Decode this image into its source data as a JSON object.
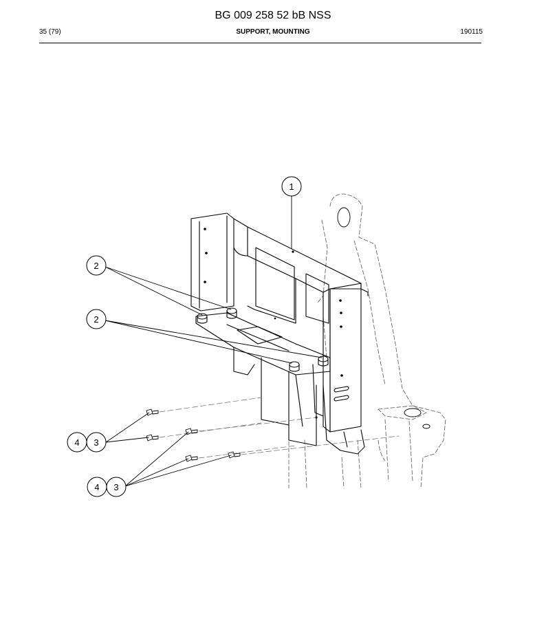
{
  "document": {
    "title": "BG 009 258 52 bB NSS",
    "page": "35 (79)",
    "section": "SUPPORT, MOUNTING",
    "code": "190115"
  },
  "callouts": {
    "c1": "1",
    "c2a": "2",
    "c2b": "2",
    "c4a": "4",
    "c3a": "3",
    "c4b": "4",
    "c3b": "3"
  }
}
